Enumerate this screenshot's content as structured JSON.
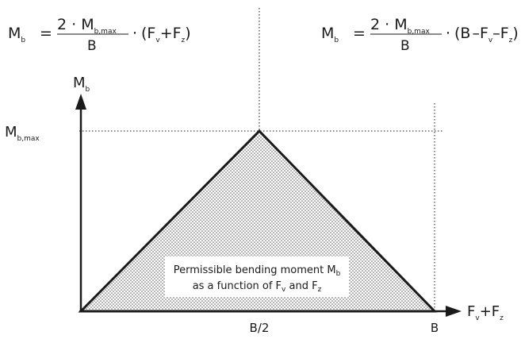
{
  "formula_left": {
    "lhs": "M",
    "lhs_sub": "b",
    "equals": "=",
    "num_coeff": "2 · M",
    "num_sub": "b,max",
    "den": "B",
    "dot": "·",
    "open": "(",
    "f1": "F",
    "f1_sub": "v",
    "plus": "+",
    "f2": "F",
    "f2_sub": "z",
    "close": ")"
  },
  "formula_right": {
    "lhs": "M",
    "lhs_sub": "b",
    "equals": "=",
    "num_coeff": "2 · M",
    "num_sub": "b,max",
    "den": "B",
    "dot": "·",
    "open": "(",
    "b": "B",
    "m1": "–",
    "f1": "F",
    "f1_sub": "v",
    "m2": "–",
    "f2": "F",
    "f2_sub": "z",
    "close": ")"
  },
  "y_axis": {
    "label": "M",
    "label_sub": "b"
  },
  "y_max_label": {
    "main": "M",
    "sub": "b,max"
  },
  "x_axis": {
    "label_f1": "F",
    "label_f1_sub": "v",
    "plus": "+",
    "label_f2": "F",
    "label_f2_sub": "z"
  },
  "x_ticks": {
    "mid": "B/2",
    "end": "B"
  },
  "caption": {
    "line1_a": "Permissible bending moment M",
    "line1_sub": "b",
    "line2_a": "as a function of F",
    "line2_sub1": "v",
    "line2_b": " and F",
    "line2_sub2": "z"
  },
  "colors": {
    "ink": "#1a1a1a",
    "fill_dots": "#555555",
    "caption_bg": "#ffffff"
  }
}
